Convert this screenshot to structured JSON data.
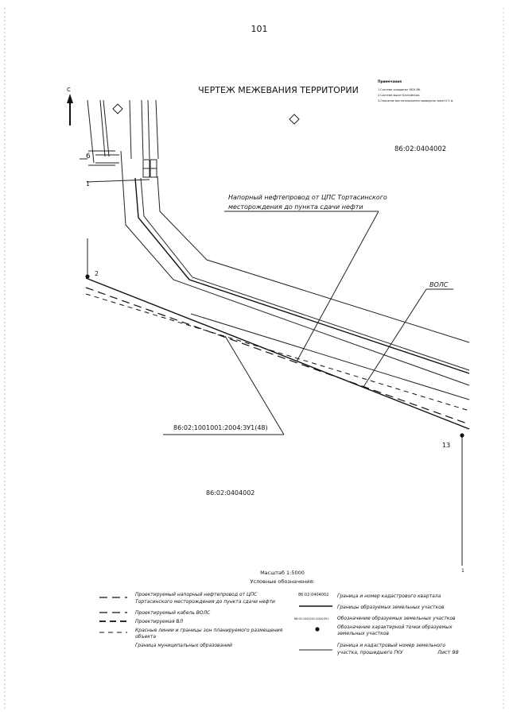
{
  "page_number": "101",
  "title": "ЧЕРТЕЖ МЕЖЕВАНИЯ ТЕРРИТОРИИ",
  "notes": {
    "heading": "Примечания",
    "lines": [
      "1.Система координат МСК-86.",
      "2.Система высот Балтийская.",
      "3.Описание местоположения проведено через 0,5 м."
    ]
  },
  "north_label": "С",
  "cadastral_quarter_top": "86:02:0404002",
  "cadastral_quarter_bottom": "86:02:0404002",
  "pipeline_label": {
    "line1": "Напорный нефтепровод от ЦПС Тортасинского",
    "line2": "месторождения до пункта сдачи нефти"
  },
  "fiber_label": "ВОЛС",
  "parcel_label": "86:02:1001001:2004:ЗУ1(48)",
  "points": {
    "p1": "1",
    "p2": "2",
    "p6": "6",
    "p13": "13",
    "p1b": "1"
  },
  "scale": "Масштаб 1:5000",
  "legend": {
    "heading": "Условные обозначения:",
    "left": [
      "Проектируемый напорный нефтепровод от ЦПС",
      "Тортасинского месторождения до пункта сдачи нефти",
      "Проектируемый кабель ВОЛС",
      "Проектируемая ВЛ",
      "Красные линии и границы зон планируемого размещения",
      "объекта",
      "Граница муниципальных образований"
    ],
    "right": [
      "Граница и номер кадастрового квартала",
      "Границы образуемых земельных участков",
      "Обозначение образуемых земельных участков",
      "Обозначение характерной точки образуемых",
      "земельных участков",
      "Граница и кадастровый номер земельного",
      "участка, прошедшего ГКУ"
    ],
    "sample_quarter": "86:02:0404002",
    "sample_parcel": "86:02:1001001:2004:ЗУ1"
  },
  "sheet_label": "Лист 98"
}
